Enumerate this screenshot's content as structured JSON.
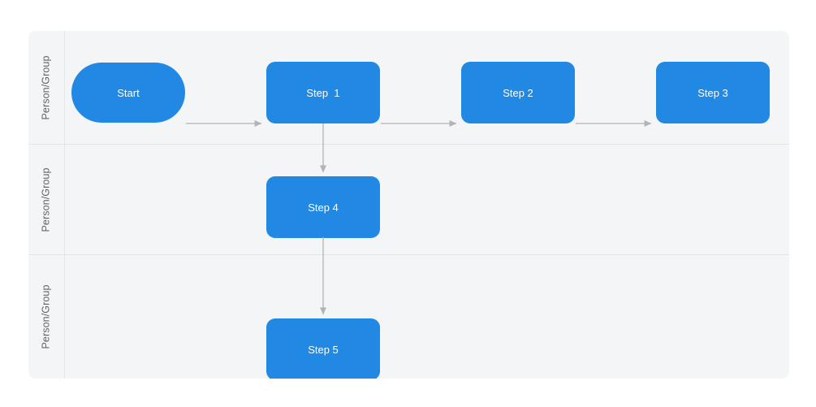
{
  "diagram": {
    "type": "swimlane-flowchart",
    "title": "",
    "accent_color": "#2189e3",
    "lane_background": "#f4f5f7",
    "lane_divider_color": "#e3e5e8",
    "edge_color": "#b3b3b3",
    "label_color": "#5e6368",
    "node_text_color": "#ffffff",
    "lanes": [
      {
        "id": "lane-1",
        "label": "Person/Group"
      },
      {
        "id": "lane-2",
        "label": "Person/Group"
      },
      {
        "id": "lane-3",
        "label": "Person/Group"
      }
    ],
    "nodes": [
      {
        "id": "start",
        "label": "Start",
        "shape": "stadium",
        "lane": 1
      },
      {
        "id": "step1",
        "label": "Step  1",
        "shape": "rect",
        "lane": 1
      },
      {
        "id": "step2",
        "label": "Step 2",
        "shape": "rect",
        "lane": 1
      },
      {
        "id": "step3",
        "label": "Step 3",
        "shape": "rect",
        "lane": 1
      },
      {
        "id": "step4",
        "label": "Step 4",
        "shape": "rect",
        "lane": 2
      },
      {
        "id": "step5",
        "label": "Step 5",
        "shape": "rect",
        "lane": 3
      }
    ],
    "edges": [
      {
        "id": "edge-start-step1",
        "from": "start",
        "to": "step1",
        "direction": "right"
      },
      {
        "id": "edge-step1-step2",
        "from": "step1",
        "to": "step2",
        "direction": "right"
      },
      {
        "id": "edge-step2-step3",
        "from": "step2",
        "to": "step3",
        "direction": "right"
      },
      {
        "id": "edge-step1-step4",
        "from": "step1",
        "to": "step4",
        "direction": "down"
      },
      {
        "id": "edge-step4-step5",
        "from": "step4",
        "to": "step5",
        "direction": "down"
      }
    ]
  }
}
